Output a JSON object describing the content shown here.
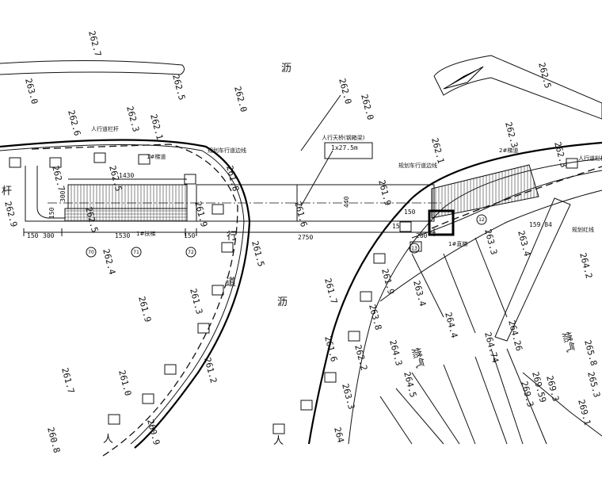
{
  "labels": {
    "railing": "人行道栏杆",
    "road_edge": "规划车行道边线",
    "stair1": "1#梯道",
    "escalator1": "1#扶梯",
    "bridge_name": "人行天桥(钢箱梁)",
    "bridge_span": "1x27.5m",
    "stair2": "2#梯道",
    "road_edge2": "规划车行道边线",
    "railing2": "人行道栏杆",
    "elevator1": "1#直梯",
    "red_line": "规划红线",
    "gas1": "燃气",
    "gas2": "燃气",
    "road_a": "沥",
    "road_b": "沥",
    "walk_a": "行",
    "walk_b": "道",
    "walk_c": "杆",
    "walk_d": "人",
    "walk_e": "人"
  },
  "dims": {
    "d1430": "1430",
    "d300v": "300",
    "d150v": "150",
    "d150": "150",
    "d300": "300",
    "d1530": "1530",
    "d150b": "150",
    "d2750": "2750",
    "d440": "440",
    "d150c": "150",
    "d15": "15",
    "d200": "200",
    "d159": "159.84"
  },
  "axes": [
    "70",
    "71",
    "72",
    "12",
    "13"
  ],
  "elevations": [
    "262.7",
    "263.0",
    "262.5",
    "262.0",
    "262.0",
    "262.0",
    "262.3",
    "262.6",
    "262.3",
    "262.1",
    "262.7",
    "262.5",
    "262.9",
    "262.5",
    "262.5",
    "261.8",
    "261.9",
    "261.6",
    "261.9",
    "262.1",
    "262.3",
    "261.5",
    "262.4",
    "261.9",
    "261.3",
    "261.7",
    "261.2",
    "261.0",
    "261.7",
    "260.9",
    "260.8",
    "261.9",
    "263.8",
    "263.4",
    "262.2",
    "261.6",
    "263.3",
    "263.4",
    "264.2",
    "264.4",
    "264.26",
    "264.74",
    "264.3",
    "264.5",
    "263.3",
    "264",
    "265.8",
    "265.3",
    "269.3",
    "269.59",
    "269.3",
    "269.1"
  ]
}
